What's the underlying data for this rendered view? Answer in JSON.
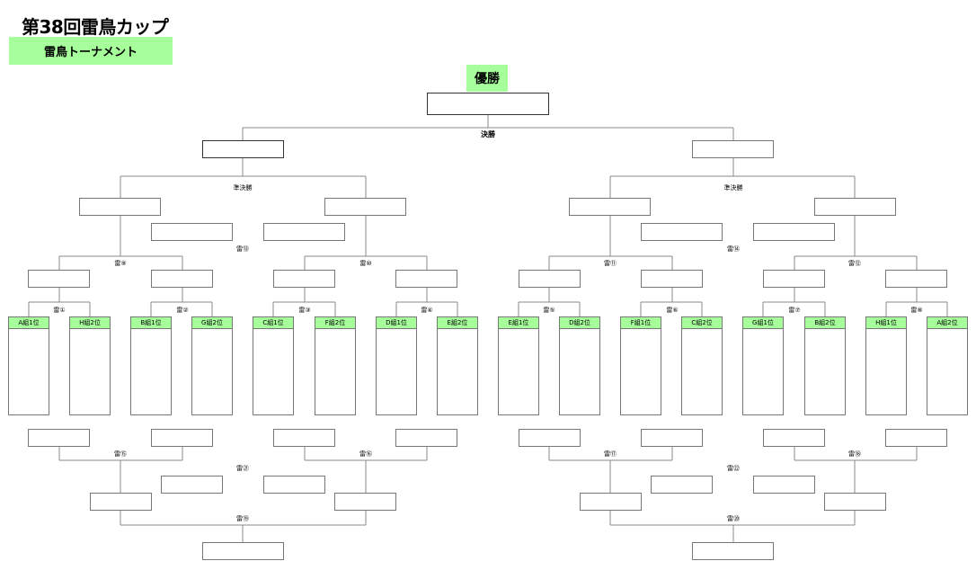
{
  "title": "第38回雷鳥カップ",
  "subtitle": "雷鳥トーナメント",
  "champion_label": "優勝",
  "final_label": "決勝",
  "semifinal_label": "準決勝",
  "match_labels": {
    "m1": "雷①",
    "m2": "雷②",
    "m3": "雷③",
    "m4": "雷④",
    "m5": "雷⑤",
    "m6": "雷⑥",
    "m7": "雷⑦",
    "m8": "雷⑧",
    "m9": "雷⑨",
    "m10": "雷⑩",
    "m11": "雷⑪",
    "m12": "雷⑫",
    "m13": "雷⑬",
    "m14": "雷⑭",
    "m15": "雷⑮",
    "m16": "雷⑯",
    "m17": "雷⑰",
    "m18": "雷⑱",
    "m19": "雷⑲",
    "m20": "雷⑳",
    "m21": "雷㉑",
    "m22": "雷㉒"
  },
  "teams": [
    "A組1位",
    "H組2位",
    "B組1位",
    "G組2位",
    "C組1位",
    "F組2位",
    "D組1位",
    "E組2位",
    "E組1位",
    "D組2位",
    "F組1位",
    "C組2位",
    "G組1位",
    "B組2位",
    "H組1位",
    "A組2位"
  ]
}
